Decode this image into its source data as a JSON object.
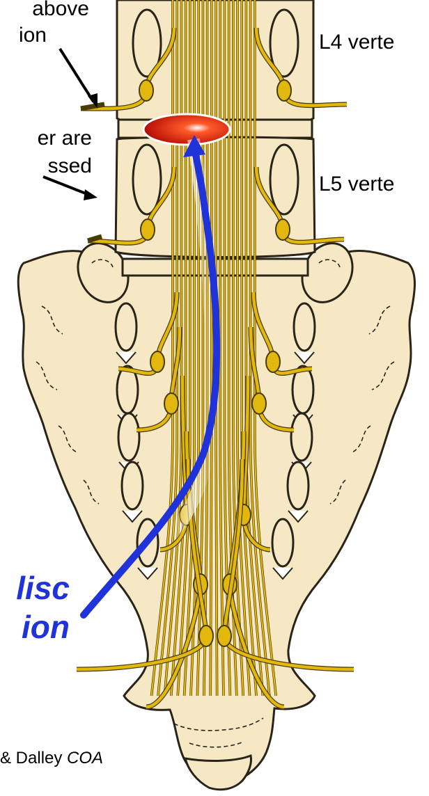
{
  "labels": {
    "above_line1": "above",
    "above_line2": "ion",
    "compressed_line1": "er are",
    "compressed_line2": "ssed",
    "l4": "L4 verte",
    "l5": "L5 verte",
    "disc_line1": "lisc",
    "disc_line2": "ion",
    "credit_prefix": "& Dalley ",
    "credit_italic": "COA"
  },
  "colors": {
    "bone": "#f6e8c4",
    "bone_outline": "#2a2418",
    "nerve": "#e2b80e",
    "nerve_dark": "#4a3b06",
    "herniation": "#cc1a0a",
    "arrow_blue": "#1f33d9",
    "label_text": "#000000"
  }
}
